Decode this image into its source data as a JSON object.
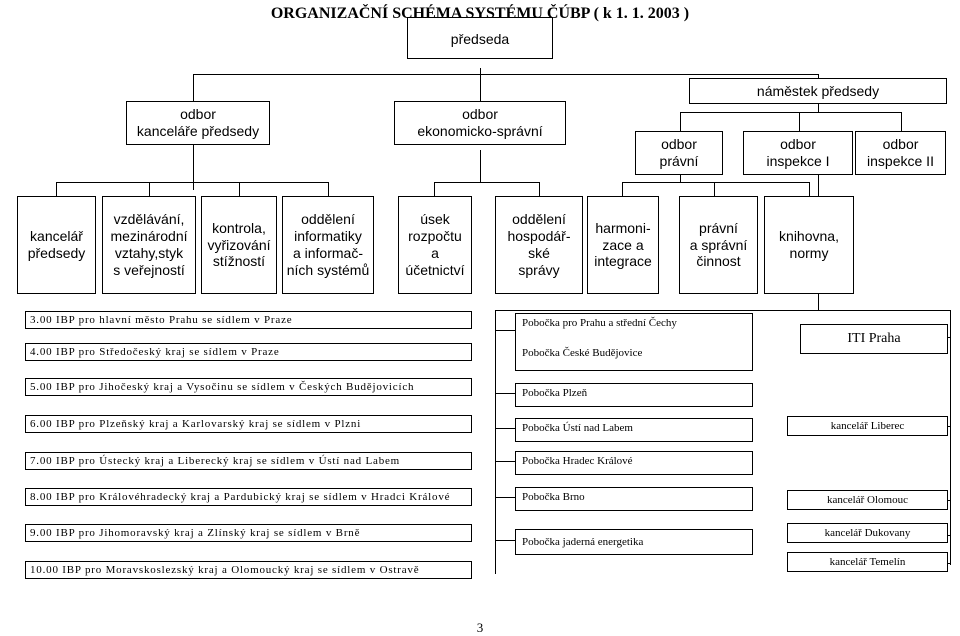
{
  "title": "ORGANIZAČNÍ SCHÉMA SYSTÉMU ČÚBP  ( k 1. 1. 2003 )",
  "predseda": "předseda",
  "level2": {
    "kancelar": "odbor\nkanceláře předsedy",
    "ekonomicky": "odbor\nekonomicko-správní",
    "namestek": "náměstek předsedy"
  },
  "deputy_units": {
    "pravni": "odbor\nprávní",
    "inspekce1": "odbor\ninspekce I",
    "inspekce2": "odbor\ninspekce II"
  },
  "level3": [
    "kancelář\npředsedy",
    "vzdělávání,\nmezinárodní\nvztahy,styk\ns veřejností",
    "kontrola,\nvyřizování\nstížností",
    "oddělení\ninformatiky\na informač-\nních systémů",
    "úsek\nrozpočtu\na\núčetnictví",
    "oddělení\nhospodář-\nské\nsprávy",
    "harmoni-\nzace a\nintegrace",
    "právní\na správní\nčinnost",
    "knihovna,\nnormy"
  ],
  "ibp": [
    "3.00 IBP pro hlavní město Prahu  se sídlem v Praze",
    "4.00 IBP pro Středočeský kraj se sídlem v Praze",
    "5.00 IBP pro Jihočeský kraj a Vysočinu se sídlem v Českých Budějovicích",
    "6.00 IBP pro Plzeňský kraj a Karlovarský kraj  se sídlem v Plzni",
    "7.00 IBP pro Ústecký kraj a Liberecký kraj se sídlem v Ústí nad Labem",
    "8.00 IBP pro Královéhradecký kraj a Pardubický kraj  se sídlem v Hradci Králové",
    "9.00 IBP pro Jihomoravský kraj a Zlínský kraj se sídlem v Brně",
    "10.00 IBP pro Moravskoslezský kraj a Olomoucký kraj  se sídlem v Ostravě"
  ],
  "pobocky": {
    "praha_line1": "Pobočka pro Prahu a střední Čechy",
    "praha_line2": "Pobočka České Budějovice",
    "plzen": "Pobočka Plzeň",
    "usti": "Pobočka Ústí nad Labem",
    "hradec": "Pobočka Hradec Králové",
    "brno": "Pobočka Brno",
    "jaderna": "Pobočka jaderná energetika"
  },
  "iti": {
    "praha": "ITI  Praha",
    "liberec": "kancelář Liberec",
    "olomouc": "kancelář Olomouc",
    "dukovany": "kancelář Dukovany",
    "temelin": "kancelář Temelín"
  },
  "page_number": "3"
}
